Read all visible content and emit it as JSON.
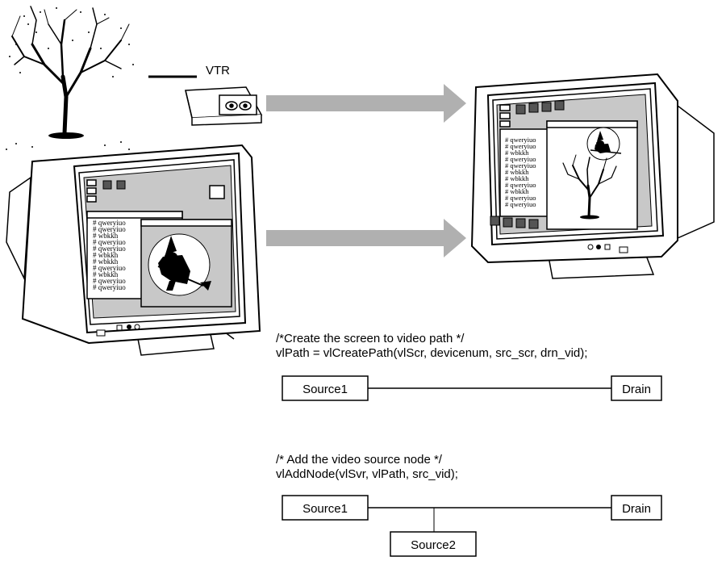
{
  "vtr_label": "VTR",
  "left_window_lines": [
    "# qweryiuo",
    "# qweryiuo",
    "# wbkkh",
    "# qweryiuo",
    "# qweryiuo",
    "# wbkkh",
    "# wbkkh",
    "# qweryiuo",
    "# wbkkh",
    "# qweryiuo",
    "# qweryiuo"
  ],
  "right_window_lines": [
    "# qweryiuo",
    "# qweryiuo",
    "# wbkkh",
    "# qweryiuo",
    "# qweryiuo",
    "# wbkkh",
    "# wbkkh",
    "# qweryiuo",
    "# wbkkh",
    "# qweryiuo",
    "# qweryiuo"
  ],
  "code1": {
    "comment": "/*Create the screen to video path */",
    "call": "vlPath = vlCreatePath(vlScr, devicenum, src_scr, drn_vid);"
  },
  "diagram1": {
    "source": "Source1",
    "drain": "Drain"
  },
  "code2": {
    "comment": "/* Add the video source node */",
    "call": "vlAddNode(vlSvr, vlPath, src_vid);"
  },
  "diagram2": {
    "source": "Source1",
    "drain": "Drain",
    "source2": "Source2"
  },
  "colors": {
    "arrow": "#b0b0b0",
    "ink": "#000000",
    "screen_gray": "#c8c8c8",
    "moon": "#ffffff"
  }
}
